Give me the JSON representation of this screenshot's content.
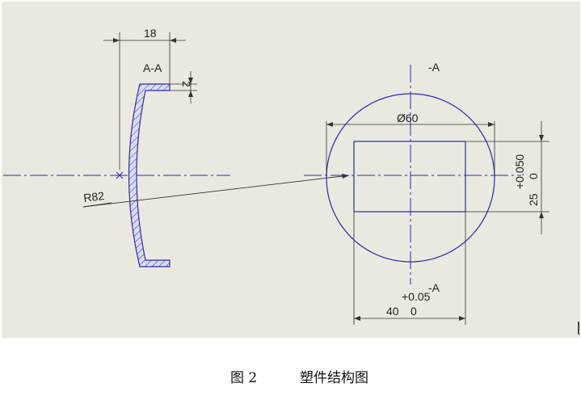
{
  "drawing": {
    "section_label": "A-A",
    "width_dim": "18",
    "thickness_dim": "2",
    "radius_dim": "R82",
    "diameter_dim": "Ø60",
    "section_marker_top": "-A",
    "section_marker_bottom": "-A",
    "height_tol_upper": "+0.050",
    "height_tol_lower": "0",
    "height_nominal": "25",
    "width_tol_upper": "+0.05",
    "width_nominal": "40",
    "width_tol_lower": "0"
  },
  "caption": {
    "figure": "图 2",
    "title": "塑件结构图"
  },
  "colors": {
    "background": "#e9e9df",
    "line_blue": "#2b2bb0",
    "dim_line": "#333333",
    "hatch_fill": "#c9c9ea"
  }
}
